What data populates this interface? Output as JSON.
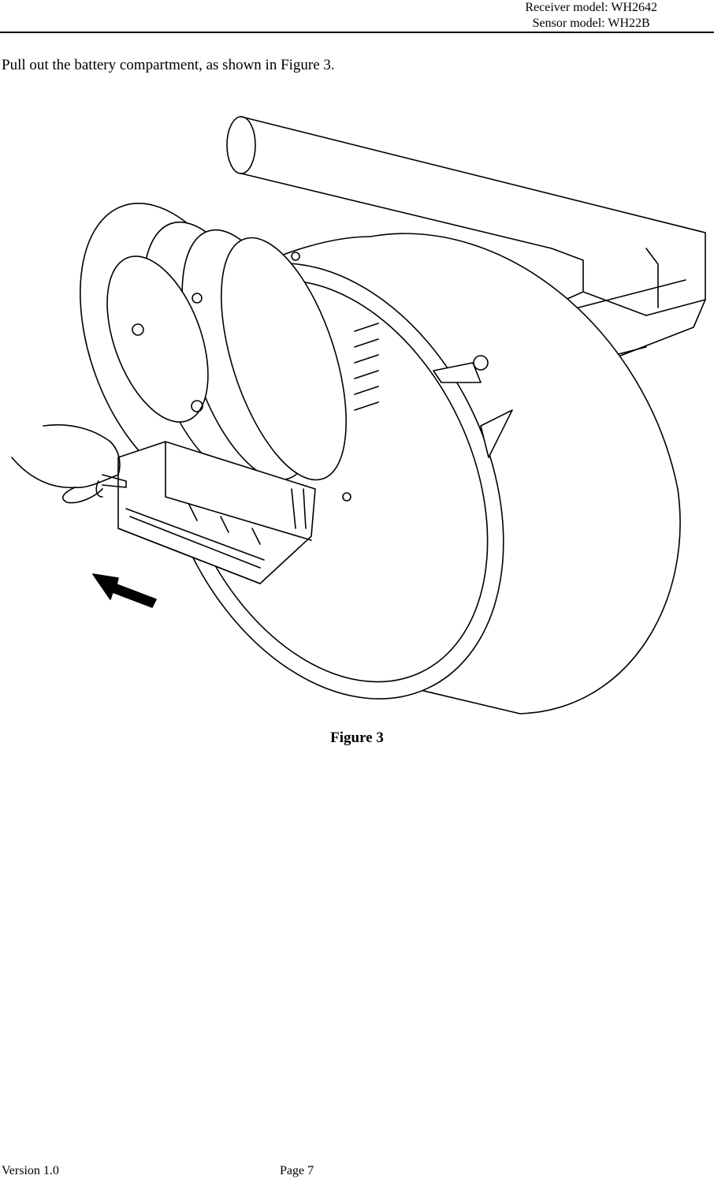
{
  "header": {
    "line1": "Receiver model: WH2642",
    "line2": "Sensor model: WH22B"
  },
  "body": {
    "instruction": "Pull out the battery compartment, as shown in Figure 3."
  },
  "figure": {
    "caption": "Figure 3"
  },
  "footer": {
    "version": "Version 1.0",
    "page": "Page 7"
  }
}
